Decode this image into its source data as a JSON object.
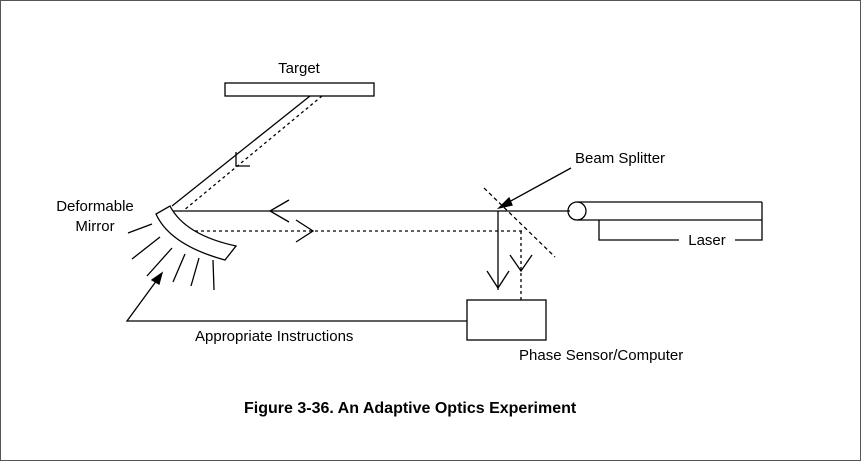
{
  "labels": {
    "target": "Target",
    "beam_splitter": "Beam Splitter",
    "deformable_mirror_line1": "Deformable",
    "deformable_mirror_line2": "Mirror",
    "laser": "Laser",
    "appropriate_instructions": "Appropriate Instructions",
    "phase_sensor": "Phase Sensor/Computer"
  },
  "caption": "Figure 3-36. An Adaptive Optics Experiment",
  "colors": {
    "stroke": "#000000",
    "border": "#555555",
    "background": "#ffffff"
  }
}
